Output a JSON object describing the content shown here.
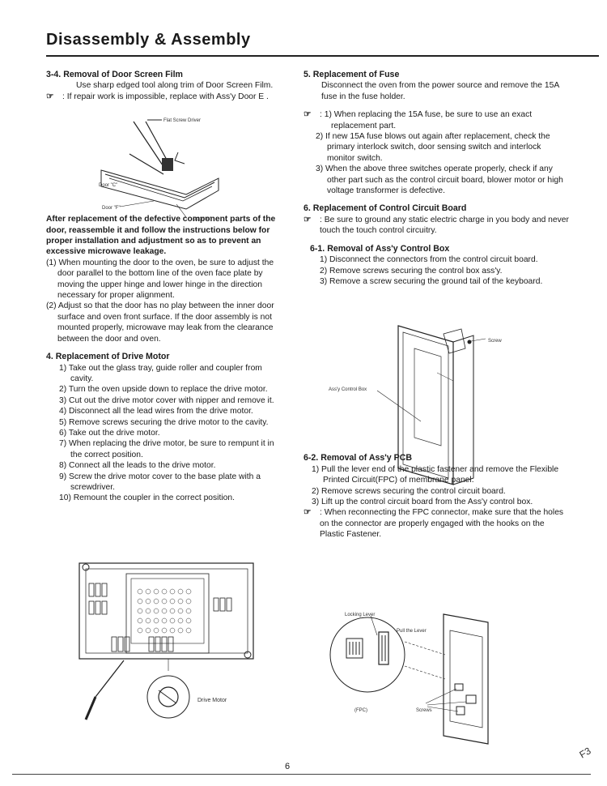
{
  "page": {
    "title": "Disassembly & Assembly",
    "page_number": "6",
    "corner_mark": "F3"
  },
  "s34": {
    "heading": "3-4. Removal of Door Screen Film",
    "line1": "Use sharp edged tool along trim of Door Screen Film.",
    "note": ": If repair work is impossible, replace with Ass'y Door E .",
    "fig_labels": {
      "flat_screwdriver": "Flat Screw Driver",
      "door_c": "Door \"C\"",
      "door_f": "Door \"F\"",
      "door_a": "Door \"A\""
    }
  },
  "after": {
    "bold_para": "After replacement of the defective component parts of the door, reassemble it and follow the instructions below for proper installation and adjustment so as to prevent an excessive microwave leakage.",
    "items": [
      "(1) When mounting the door to the oven, be sure to adjust the door parallel to the bottom line of the oven face plate by moving the upper hinge and lower hinge in the direction necessary for proper alignment.",
      "(2) Adjust so that the door has no play between the inner door surface and oven front surface. If the door assembly is not mounted properly, microwave may leak from the clearance between the door and oven."
    ]
  },
  "s4": {
    "heading": "4. Replacement of Drive Motor",
    "steps": [
      "1) Take out the glass tray, guide roller and coupler from cavity.",
      "2) Turn the oven upside down to replace the drive motor.",
      "3) Cut out the drive motor cover with nipper and remove it.",
      "4) Disconnect all the lead wires from the drive motor.",
      "5) Remove screws securing the drive motor to the cavity.",
      "6) Take out the drive motor.",
      "7) When replacing the drive motor, be sure to rempunt it in the correct position.",
      "8) Connect all the leads to the drive motor.",
      "9) Screw the drive motor cover to the base plate with a screwdriver.",
      "10) Remount the coupler in the correct position."
    ],
    "fig_label": "Drive Motor"
  },
  "s5": {
    "heading": "5. Replacement of Fuse",
    "line1": "Disconnect the oven from the power source and remove the 15A fuse in the fuse holder.",
    "notes": [
      ": 1) When replacing the 15A fuse, be sure to use an exact replacement part.",
      "2) If new 15A fuse blows out again after replacement, check the primary interlock switch, door sensing switch and interlock monitor switch.",
      "3) When the above three switches operate properly, check if any other part such as the control circuit board, blower motor or high voltage transformer is defective."
    ]
  },
  "s6": {
    "heading": "6. Replacement of Control Circuit Board",
    "note": ": Be sure to ground any static electric charge in you body and never touch the touch control circuitry.",
    "sub1": {
      "heading": "6-1. Removal of Ass'y Control Box",
      "steps": [
        "1) Disconnect the connectors from the control circuit board.",
        "2) Remove screws securing the control box ass'y.",
        "3) Remove a screw securing the ground tail of the keyboard."
      ],
      "fig_labels": {
        "screw": "Screw",
        "control_box": "Ass'y Control Box"
      }
    },
    "sub2": {
      "heading": "6-2. Removal of Ass'y PCB",
      "steps": [
        "1) Pull the lever end of the plastic fastener and remove the Flexible Printed Circuit(FPC) of membrane panel.",
        "2) Remove screws securing the control circuit board.",
        "3) Lift up the control circuit board from the Ass'y control box."
      ],
      "note": ": When reconnecting the FPC connector, make sure that the holes on the connector are properly engaged with the hooks on the Plastic Fastener.",
      "fig_labels": {
        "locking_lever": "Locking Lever",
        "pull_lever": "Pull the Lever",
        "fpc": "(FPC)",
        "screws": "Screws"
      }
    }
  }
}
